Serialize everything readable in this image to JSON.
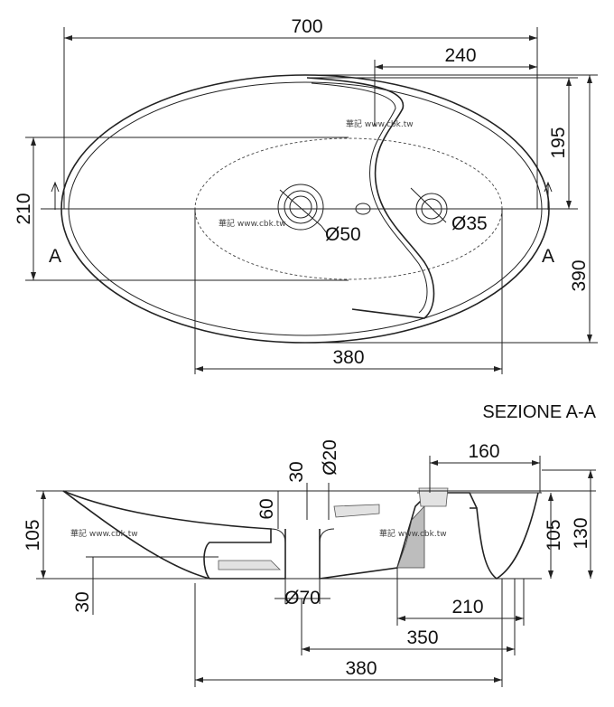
{
  "top_view": {
    "dims": {
      "overall_length": "700",
      "right_offset": "240",
      "upper_height": "195",
      "left_height": "210",
      "overall_width": "390",
      "bowl_length": "380",
      "drain_diameter": "Ø50",
      "tap_hole_diameter": "Ø35"
    },
    "section_marker_left": "A",
    "section_marker_right": "A"
  },
  "section_view": {
    "title": "SEZIONE A-A",
    "dims": {
      "tap_to_right": "160",
      "hole_depth": "30",
      "hole_diameter": "Ø20",
      "rim_drop": "60",
      "left_height": "105",
      "left_bottom": "30",
      "drain_outlet": "Ø70",
      "right_inner_height": "105",
      "right_outer_height": "130",
      "base_210": "210",
      "base_350": "350",
      "base_380": "380"
    }
  },
  "watermark": "華記 www.cbk.tw"
}
